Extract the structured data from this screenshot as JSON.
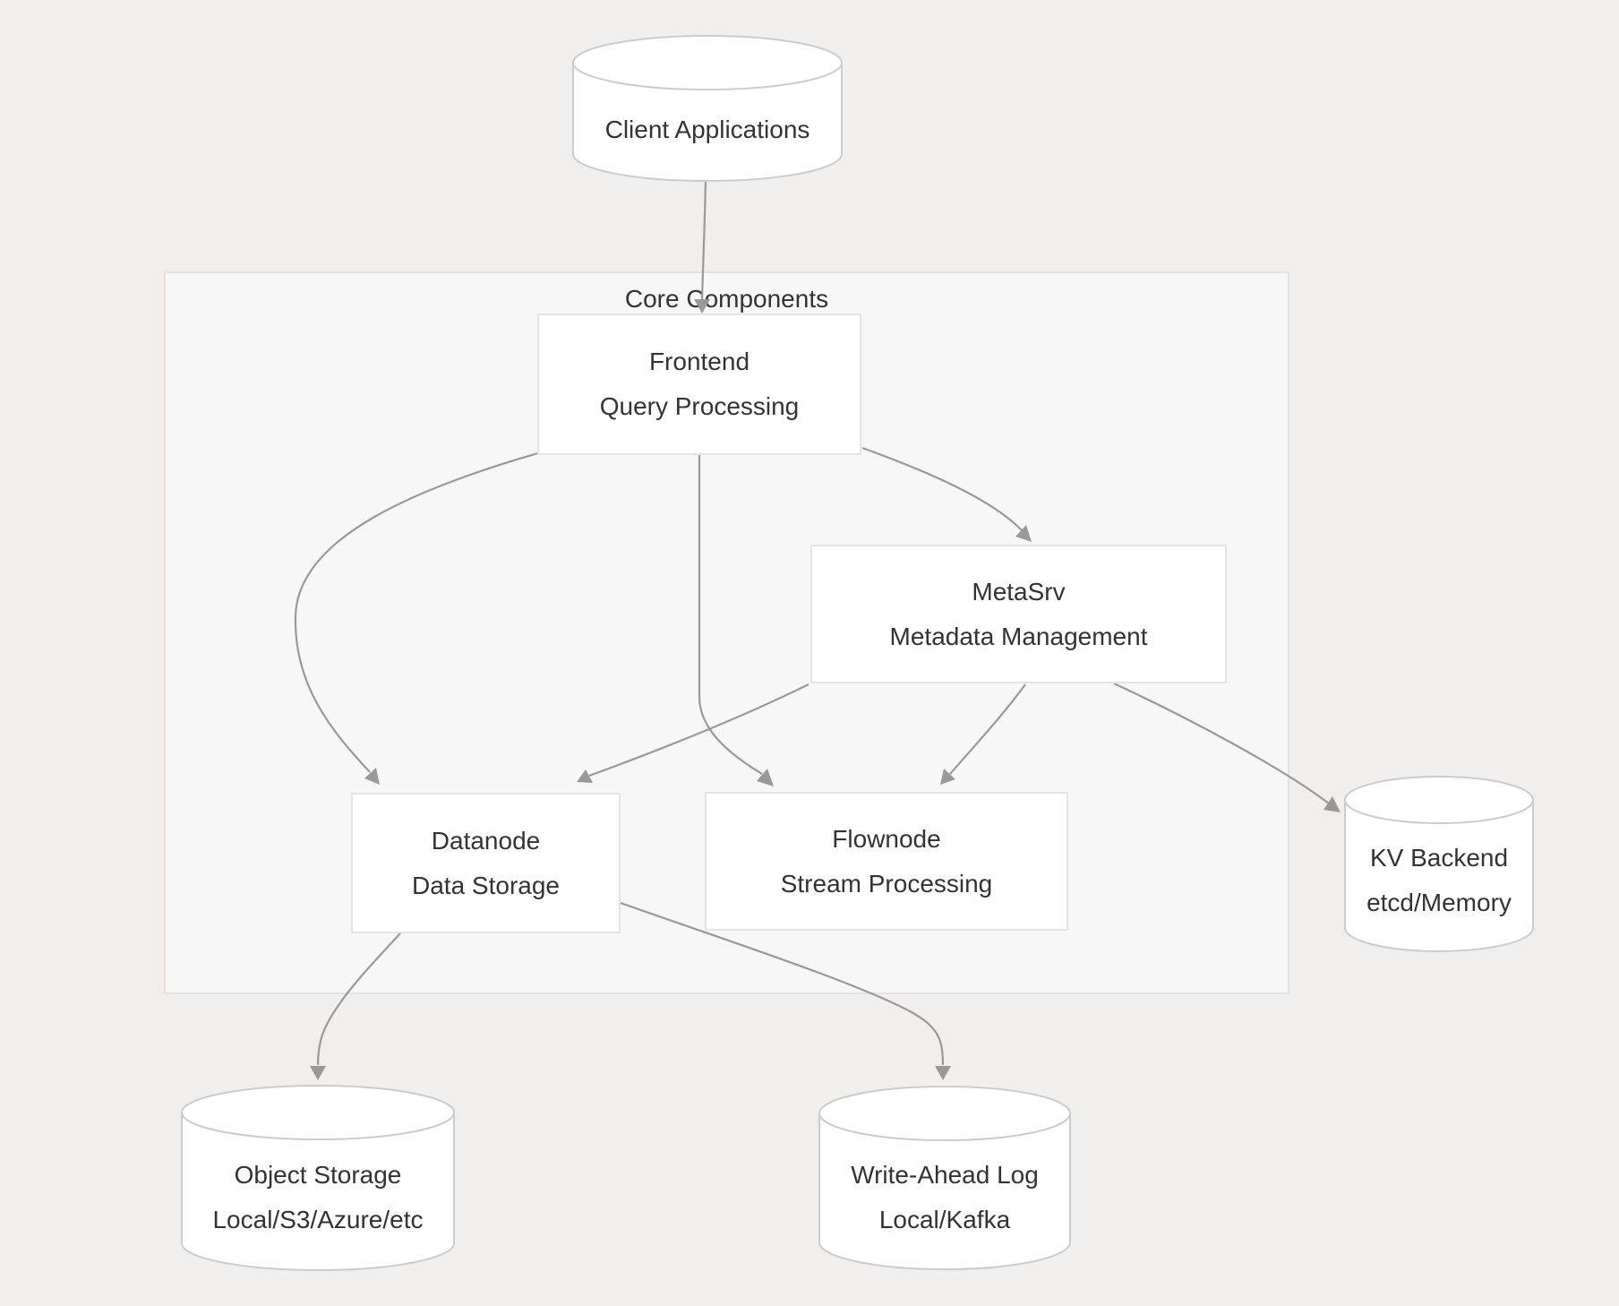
{
  "diagram": {
    "container": {
      "label": "Core Components"
    },
    "nodes": {
      "client": {
        "shape": "cylinder",
        "title": "Client Applications"
      },
      "frontend": {
        "shape": "rect",
        "title": "Frontend",
        "subtitle": "Query Processing"
      },
      "metasrv": {
        "shape": "rect",
        "title": "MetaSrv",
        "subtitle": "Metadata Management"
      },
      "datanode": {
        "shape": "rect",
        "title": "Datanode",
        "subtitle": "Data Storage"
      },
      "flownode": {
        "shape": "rect",
        "title": "Flownode",
        "subtitle": "Stream Processing"
      },
      "kv_backend": {
        "shape": "cylinder",
        "title": "KV Backend",
        "subtitle": "etcd/Memory"
      },
      "object_storage": {
        "shape": "cylinder",
        "title": "Object Storage",
        "subtitle": "Local/S3/Azure/etc"
      },
      "write_ahead_log": {
        "shape": "cylinder",
        "title": "Write-Ahead Log",
        "subtitle": "Local/Kafka"
      }
    },
    "edges": [
      {
        "from": "client",
        "to": "frontend"
      },
      {
        "from": "frontend",
        "to": "datanode"
      },
      {
        "from": "frontend",
        "to": "flownode"
      },
      {
        "from": "frontend",
        "to": "metasrv"
      },
      {
        "from": "metasrv",
        "to": "datanode"
      },
      {
        "from": "metasrv",
        "to": "flownode"
      },
      {
        "from": "metasrv",
        "to": "kv_backend"
      },
      {
        "from": "datanode",
        "to": "object_storage"
      },
      {
        "from": "datanode",
        "to": "write_ahead_log"
      }
    ],
    "colors": {
      "edge": "#999999",
      "node_fill": "#ffffff",
      "node_border": "#e4e4e4",
      "cylinder_border": "#cccccc",
      "container_fill": "#f7f7f7",
      "container_border": "#e2e2e2",
      "background": "#f0efed",
      "text": "#333333"
    }
  }
}
